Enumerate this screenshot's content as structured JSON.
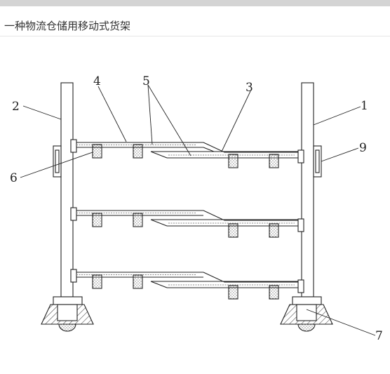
{
  "header": {
    "title": "一种物流仓储用移动式货架"
  },
  "figure": {
    "callouts": [
      "1",
      "2",
      "3",
      "4",
      "5",
      "6",
      "7",
      "9"
    ],
    "shelf_levels": 3
  }
}
